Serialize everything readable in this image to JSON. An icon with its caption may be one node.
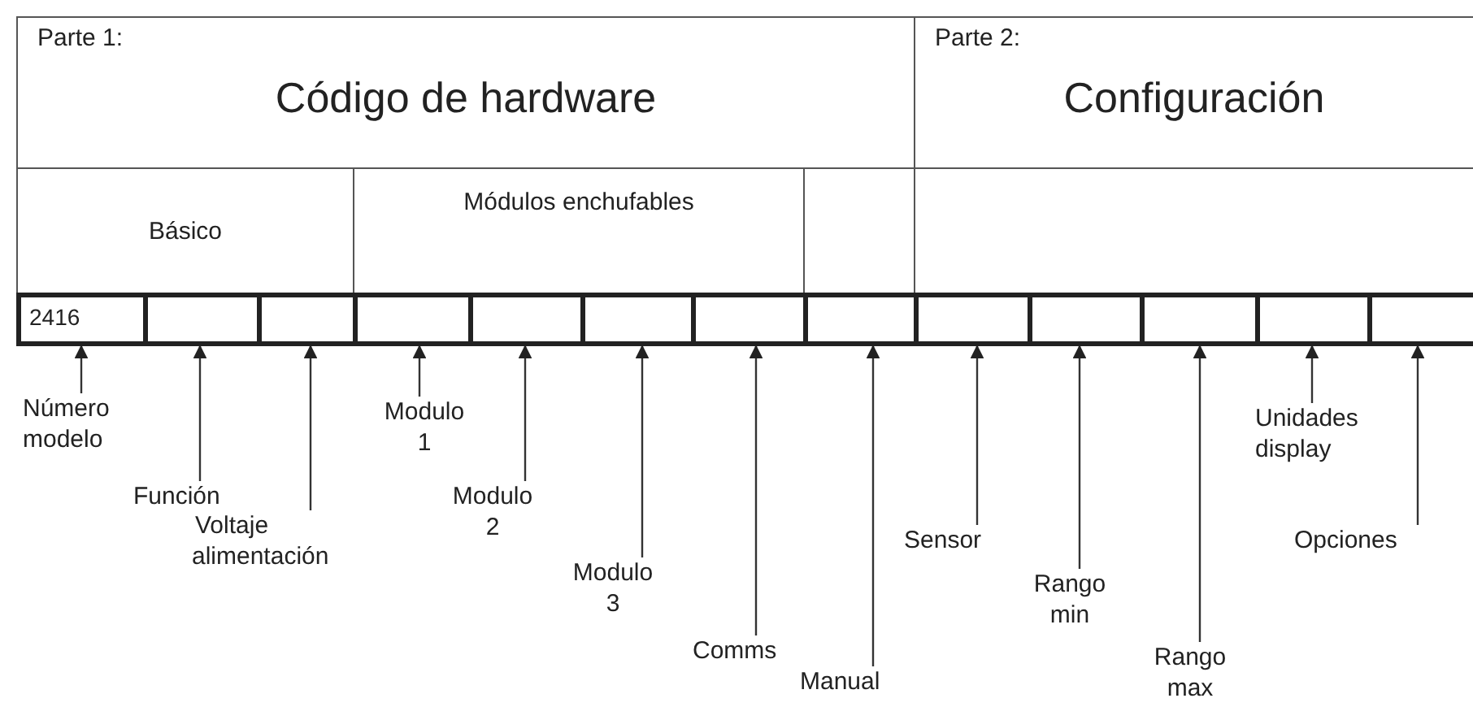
{
  "diagram": {
    "nodes": [
      {
        "text": [
          "Parte 1:",
          "Código de hardware"
        ]
      },
      {
        "text": [
          "Parte 2:",
          "Configuración"
        ]
      },
      {
        "text": [
          "Básico"
        ]
      },
      {
        "text": [
          "Módulos enchufables"
        ]
      },
      {
        "text": [
          "2416"
        ]
      },
      {
        "text": [],
        "shape": "box"
      },
      {
        "text": [],
        "shape": "box"
      },
      {
        "text": [],
        "shape": "box"
      },
      {
        "text": [],
        "shape": "box"
      },
      {
        "text": [],
        "shape": "box"
      },
      {
        "text": [],
        "shape": "box"
      },
      {
        "text": [],
        "shape": "box"
      },
      {
        "text": [],
        "shape": "box"
      },
      {
        "text": [],
        "shape": "box"
      },
      {
        "text": [],
        "shape": "box"
      },
      {
        "text": [],
        "shape": "box"
      },
      {
        "text": [],
        "shape": "box"
      },
      {
        "text": [
          "Número modelo"
        ]
      },
      {
        "text": [
          "Función"
        ]
      },
      {
        "text": [
          "Voltaje alimentación"
        ]
      },
      {
        "text": [
          "Modulo 1"
        ]
      },
      {
        "text": [
          "Modulo 2"
        ]
      },
      {
        "text": [
          "Modulo 3"
        ]
      },
      {
        "text": [
          "Comms"
        ]
      },
      {
        "text": [
          "Manual"
        ]
      },
      {
        "text": [
          "Sensor"
        ]
      },
      {
        "text": [
          "Rango min"
        ]
      },
      {
        "text": [
          "Rango max"
        ]
      },
      {
        "text": [
          "Unidades display"
        ]
      },
      {
        "text": [
          "Opciones"
        ]
      }
    ],
    "edges": [
      {
        "from": 17,
        "to": 4,
        "arrow": "to"
      },
      {
        "from": 18,
        "to": 5,
        "arrow": "to"
      },
      {
        "from": 19,
        "to": 6,
        "arrow": "to"
      },
      {
        "from": 20,
        "to": 7,
        "arrow": "to"
      },
      {
        "from": 21,
        "to": 8,
        "arrow": "to"
      },
      {
        "from": 22,
        "to": 9,
        "arrow": "to"
      },
      {
        "from": 23,
        "to": 10,
        "arrow": "to"
      },
      {
        "from": 24,
        "to": 11,
        "arrow": "to"
      },
      {
        "from": 25,
        "to": 12,
        "arrow": "to"
      },
      {
        "from": 26,
        "to": 13,
        "arrow": "to"
      },
      {
        "from": 27,
        "to": 14,
        "arrow": "to"
      },
      {
        "from": 28,
        "to": 15,
        "arrow": "to"
      },
      {
        "from": 29,
        "to": 16,
        "arrow": "to"
      }
    ]
  }
}
